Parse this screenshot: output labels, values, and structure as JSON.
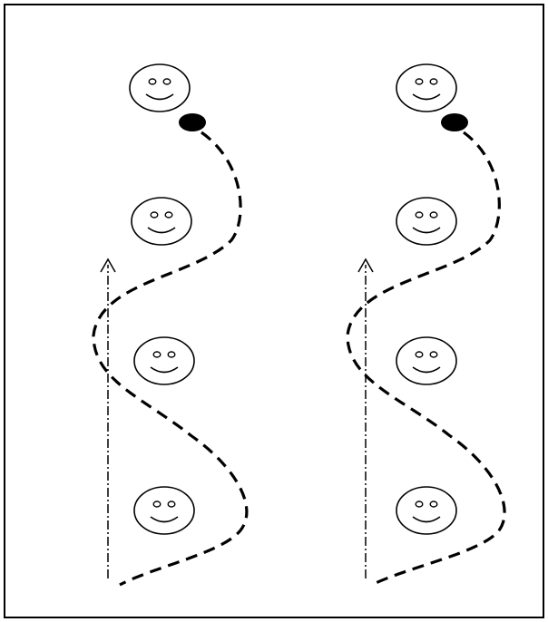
{
  "colors": {
    "background": "#ffffff",
    "stroke": "#000000",
    "ball": "#000000"
  },
  "icons": {
    "player": "smiley-face-icon",
    "ball": "ball-icon",
    "run_path": "dashed-curve-path",
    "direction": "dash-dot-arrow"
  },
  "panels": [
    {
      "name": "left-drill",
      "players": 4,
      "has_ball": true,
      "has_arrow": true
    },
    {
      "name": "right-drill",
      "players": 4,
      "has_ball": true,
      "has_arrow": true
    }
  ]
}
